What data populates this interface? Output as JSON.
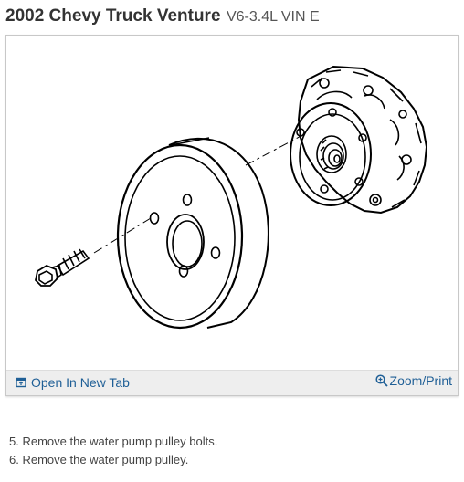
{
  "header": {
    "title": "2002 Chevy Truck Venture",
    "subtitle": "V6-3.4L VIN E"
  },
  "figure": {
    "open_tab_label": "Open In New Tab",
    "zoom_print_label": "Zoom/Print"
  },
  "steps": [
    "5. Remove the water pump pulley bolts.",
    "6. Remove the water pump pulley."
  ],
  "colors": {
    "link": "#1f5f96",
    "footer_bg": "#eeeeee",
    "line_art": "#000000"
  },
  "icons": [
    "open-tab-icon",
    "zoom-icon"
  ]
}
